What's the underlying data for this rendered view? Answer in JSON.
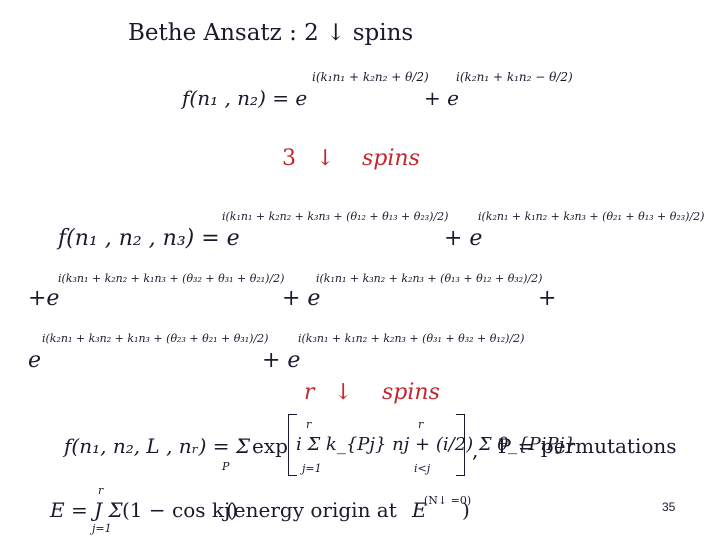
{
  "slide": {
    "title": "Bethe    Ansatz : 2   ↓   spins",
    "eq2_lhs": "f(n₁ , n₂) = e",
    "eq2_exp1": "i(k₁n₁ + k₂n₂ + θ/2)",
    "eq2_plus": "+ e",
    "eq2_exp2": "i(k₂n₁ + k₁n₂ − θ/2)",
    "heading3_num": "3",
    "heading3_arrow": "↓",
    "heading3_word": "spins",
    "eq3_lhs": "f(n₁ , n₂ , n₃) = e",
    "eq3_t1": "i(k₁n₁ + k₂n₂ + k₃n₃ + (θ₁₂ + θ₁₃ + θ₂₃)/2)",
    "eq3_t2": "+ e",
    "eq3_t2e": "i(k₂n₁ + k₁n₂ + k₃n₃ + (θ₂₁ + θ₁₃ + θ₂₃)/2)",
    "eq3_t3": "+e",
    "eq3_t3e": "i(k₃n₁ + k₂n₂ + k₁n₃ + (θ₃₂ + θ₃₁ + θ₂₁)/2)",
    "eq3_t4": "+ e",
    "eq3_t4e": "i(k₁n₁ + k₃n₂ + k₂n₃ + (θ₁₃ + θ₁₂ + θ₃₂)/2)",
    "eq3_plus_end": "+",
    "eq3_t5": "e",
    "eq3_t5e": "i(k₂n₁ + k₃n₂ + k₁n₃ + (θ₂₃ + θ₂₁ + θ₃₁)/2)",
    "eq3_t6": "+ e",
    "eq3_t6e": "i(k₃n₁ + k₁n₂ + k₂n₃ + (θ₃₁ + θ₃₂ + θ₁₂)/2)",
    "heading_r_var": "r",
    "heading_r_arrow": "↓",
    "heading_r_word": "spins",
    "eqr_lhs": "f(n₁, n₂, L , nᵣ) = Σ",
    "eqr_sum_sub": "P",
    "eqr_exp": "exp",
    "eqr_body": "i Σ k_{Pj} nj + (i/2) Σ θ_{PiPj}",
    "eqr_sum1_top": "r",
    "eqr_sum1_bot": "j=1",
    "eqr_sum2_top": "r",
    "eqr_sum2_bot": "i<j",
    "eqr_comma": ",",
    "eqr_perm": "P = permutations",
    "energy_lhs": "E = J Σ",
    "energy_sum_top": "r",
    "energy_sum_bot": "j=1",
    "energy_rhs": "(1 − cos kj)",
    "energy_note": "(energy    origin    at",
    "energy_E": "E",
    "energy_sup": "(N↓ =0)",
    "energy_close": ")",
    "page_number": "35"
  }
}
